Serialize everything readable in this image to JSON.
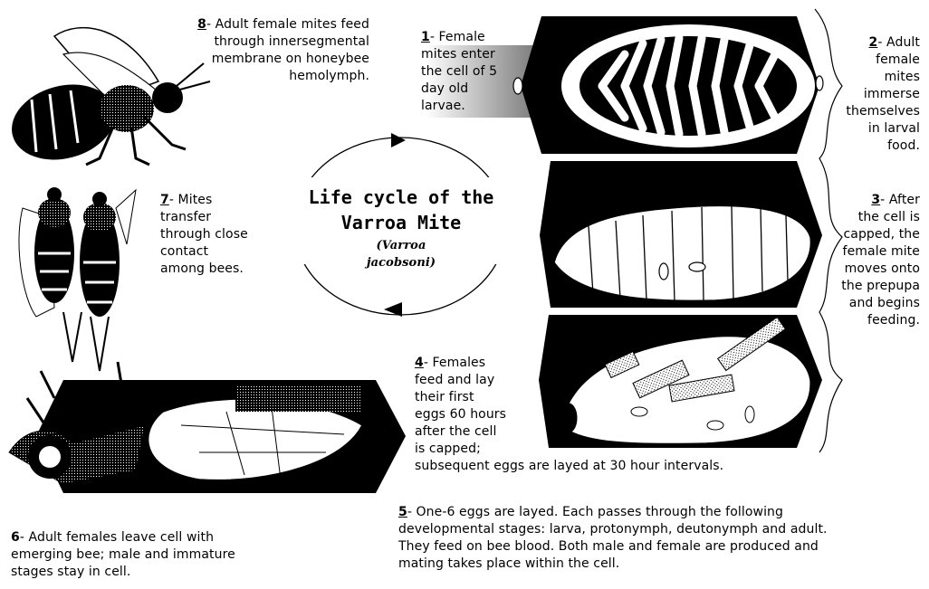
{
  "diagram": {
    "title": "Life cycle of the Varroa Mite",
    "subtitle": "(Varroa\njacobsoni)",
    "steps": [
      {
        "num": "1",
        "text": "- Female\nmites enter\nthe cell of 5\nday old\nlarvae."
      },
      {
        "num": "2",
        "text": "- Adult\nfemale\nmites\nimmerse\nthemselves\nin larval\nfood."
      },
      {
        "num": "3",
        "text": "- After\nthe cell is\ncapped, the\nfemale mite\nmoves onto\nthe prepupa\nand begins\nfeeding."
      },
      {
        "num": "4",
        "text": "- Females\nfeed and lay\ntheir first\neggs 60 hours\nafter the cell\nis capped;\nsubsequent eggs are layed at 30 hour intervals."
      },
      {
        "num": "5",
        "text": "- One-6 eggs are layed. Each passes through the following\ndevelopmental stages: larva, protonymph, deutonymph and adult.\nThey feed on bee blood.  Both male and female are produced and\nmating takes place within the cell."
      },
      {
        "num": "6",
        "text": "- Adult females leave cell with\nemerging bee; male and immature\nstages stay in cell."
      },
      {
        "num": "7",
        "text": "- Mites\ntransfer\nthrough close\ncontact\namong bees."
      },
      {
        "num": "8",
        "text": "- Adult female mites feed\nthrough innersegmental\nmembrane on honeybee\nhemolymph."
      }
    ]
  }
}
